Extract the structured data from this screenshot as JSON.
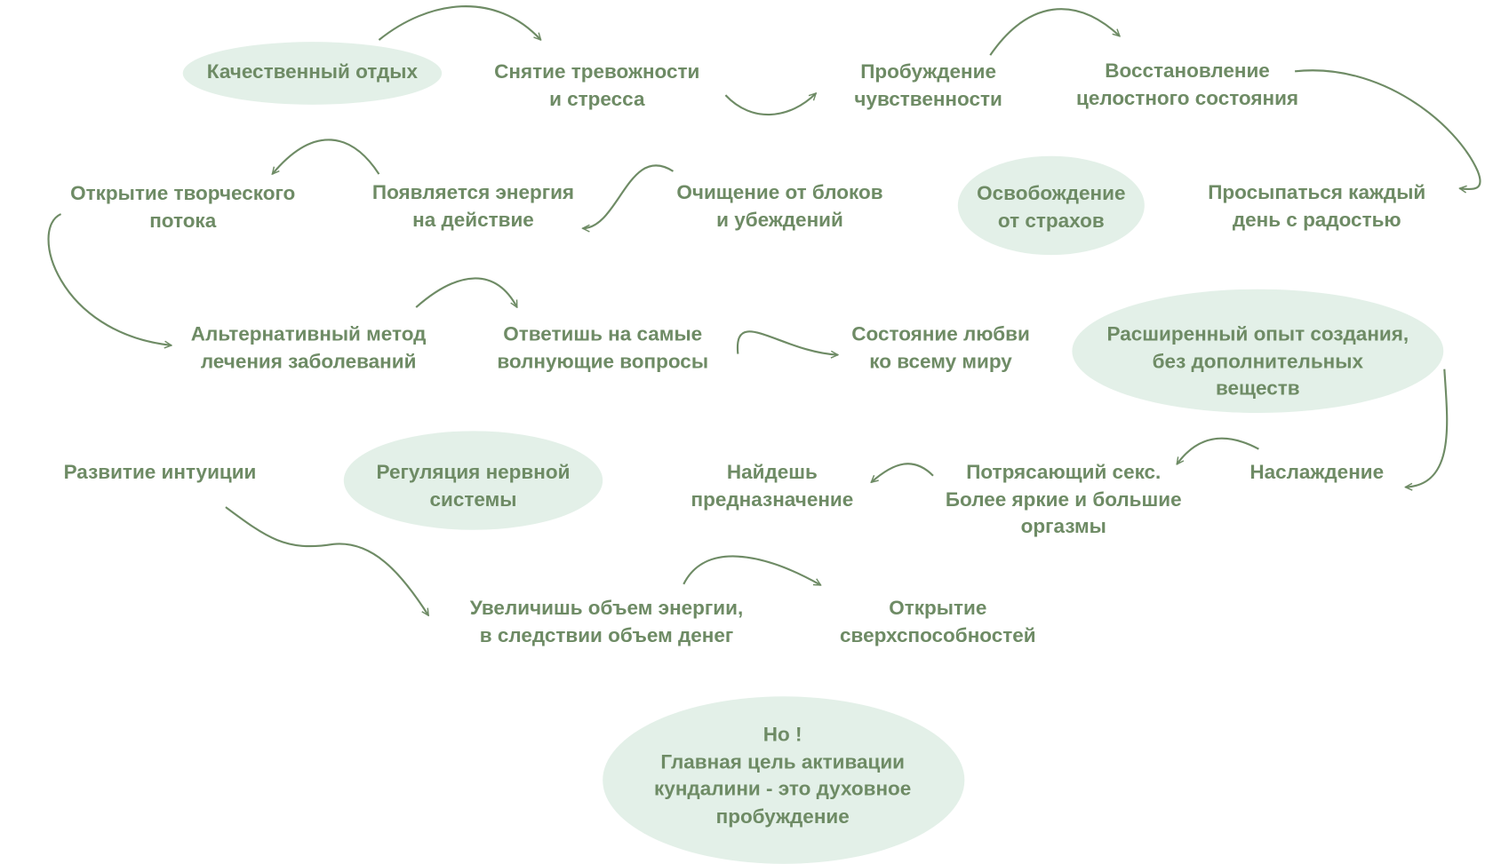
{
  "colors": {
    "text": "#6e8b65",
    "highlight": "#e3f0e8",
    "arrow": "#6e8b65"
  },
  "nodes": [
    {
      "id": "quality-rest",
      "lines": [
        "Качественный отдых"
      ],
      "highlighted": true
    },
    {
      "id": "stress-relief",
      "lines": [
        "Снятие тревожности",
        "и стресса"
      ]
    },
    {
      "id": "sensuality",
      "lines": [
        "Пробуждение",
        "чувственности"
      ]
    },
    {
      "id": "wholeness",
      "lines": [
        "Восстановление",
        "целостного состояния"
      ]
    },
    {
      "id": "creative-flow",
      "lines": [
        "Открытие творческого",
        "потока"
      ]
    },
    {
      "id": "energy-action",
      "lines": [
        "Появляется энергия",
        "на действие"
      ]
    },
    {
      "id": "cleansing",
      "lines": [
        "Очищение от блоков",
        "и убеждений"
      ]
    },
    {
      "id": "fear-release",
      "lines": [
        "Освобождение",
        "от страхов"
      ],
      "highlighted": true
    },
    {
      "id": "wake-joy",
      "lines": [
        "Просыпаться каждый",
        "день с радостью"
      ]
    },
    {
      "id": "alt-healing",
      "lines": [
        "Альтернативный метод",
        "лечения заболеваний"
      ]
    },
    {
      "id": "answers",
      "lines": [
        "Ответишь на самые",
        "волнующие вопросы"
      ]
    },
    {
      "id": "love-state",
      "lines": [
        "Состояние любви",
        "ко всему миру"
      ]
    },
    {
      "id": "expanded-experience",
      "lines": [
        "Расширенный опыт создания,",
        "без дополнительных",
        "веществ"
      ],
      "highlighted": true
    },
    {
      "id": "intuition",
      "lines": [
        "Развитие интуиции"
      ]
    },
    {
      "id": "nervous-system",
      "lines": [
        "Регуляция нервной",
        "системы"
      ],
      "highlighted": true
    },
    {
      "id": "purpose",
      "lines": [
        "Найдешь",
        "предназначение"
      ]
    },
    {
      "id": "amazing-sex",
      "lines": [
        "Потрясающий секс.",
        "Более яркие и большие",
        "оргазмы"
      ]
    },
    {
      "id": "pleasure",
      "lines": [
        "Наслаждение"
      ]
    },
    {
      "id": "more-energy",
      "lines": [
        "Увеличишь объем энергии,",
        "в следствии объем денег"
      ]
    },
    {
      "id": "superpowers",
      "lines": [
        "Открытие",
        "сверхспособностей"
      ]
    },
    {
      "id": "main-goal",
      "lines": [
        "Но !",
        "Главная цель активации",
        "кундалини - это духовное",
        "пробуждение"
      ],
      "highlighted": true
    }
  ]
}
